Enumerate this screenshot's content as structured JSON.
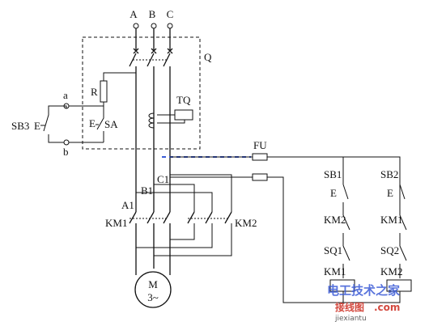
{
  "phases": [
    "A",
    "B",
    "C"
  ],
  "labels": {
    "breaker": "Q",
    "resistor": "R",
    "terminal_a": "a",
    "terminal_b": "b",
    "stop_button": "SB3",
    "switch": "SA",
    "trip_coil": "TQ",
    "fuse": "FU",
    "node_a1": "A1",
    "node_b1": "B1",
    "node_c1": "C1",
    "contactor_left": "KM1",
    "contactor_right": "KM2",
    "motor_m": "M",
    "motor_ac": "3~",
    "sb1": "SB1",
    "sb2": "SB2",
    "interlock_km2": "KM2",
    "interlock_km1": "KM1",
    "sq1": "SQ1",
    "sq2": "SQ2",
    "coil_km1": "KM1",
    "coil_km2": "KM2"
  },
  "watermark": {
    "cn_title": "电工技术之家",
    "cn_sub": "接线图",
    "url": "jiexiantu",
    "com": ".com"
  },
  "colors": {
    "line": "#111111",
    "accent_blue": "#3b5bd6",
    "watermark_red": "#cc2a1e"
  }
}
